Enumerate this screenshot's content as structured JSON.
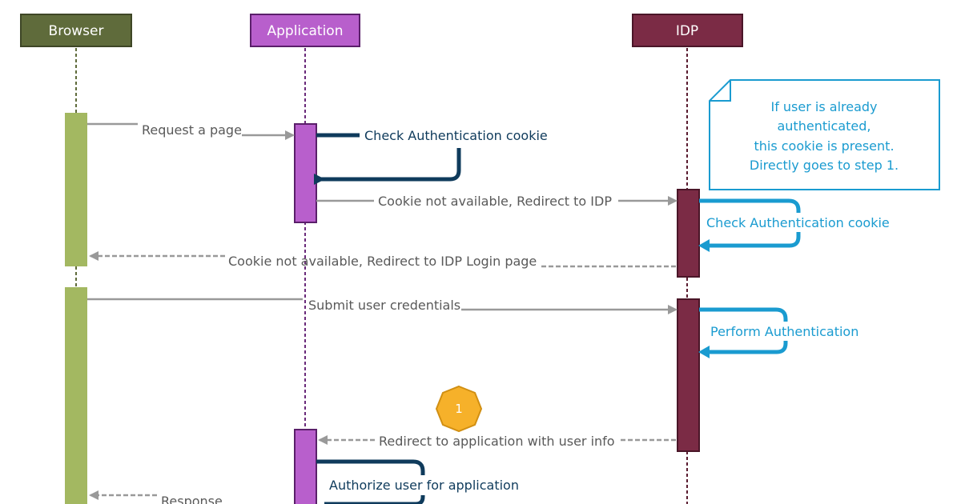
{
  "participants": {
    "browser": {
      "label": "Browser",
      "color": "#5f6b3b"
    },
    "application": {
      "label": "Application",
      "color": "#b85fcc"
    },
    "idp": {
      "label": "IDP",
      "color": "#7b2b45"
    }
  },
  "messages": {
    "request_page": "Request a page",
    "check_cookie_app": "Check Authentication cookie",
    "redirect_to_idp": "Cookie not available, Redirect to IDP",
    "check_cookie_idp": "Check Authentication cookie",
    "redirect_login_page": "Cookie not available, Redirect to IDP Login page",
    "submit_credentials": "Submit user credentials",
    "perform_authentication": "Perform Authentication",
    "redirect_app_user_info": "Redirect to application with user info",
    "authorize_user": "Authorize user for application",
    "response": "Response"
  },
  "note": {
    "lines": [
      "If user is already",
      "authenticated,",
      "this cookie is present.",
      "Directly goes to step 1."
    ]
  },
  "step_badge": {
    "label": "1",
    "color": "#f6b12a"
  },
  "colors": {
    "browser_activation": "#a3b861",
    "application_activation": "#b85fcc",
    "idp_activation": "#7b2b45",
    "arrow_gray": "#999999",
    "self_call_navy": "#0f3b5c",
    "self_call_blue": "#1a9bd0"
  }
}
